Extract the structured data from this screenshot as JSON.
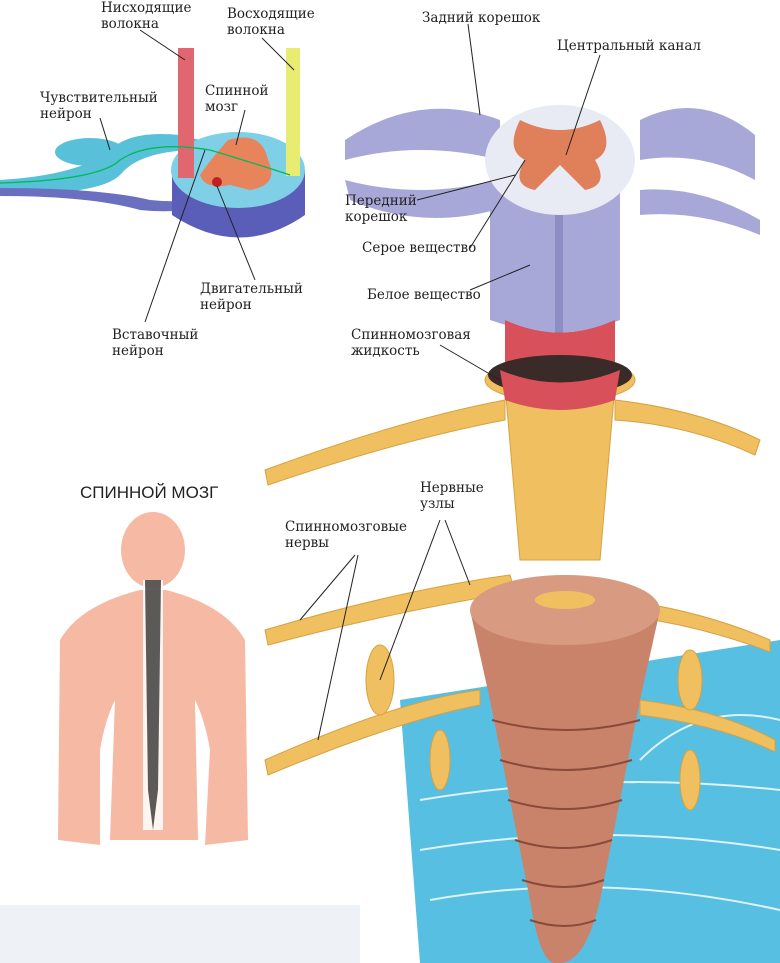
{
  "title": "СПИННОЙ МОЗГ",
  "labels": {
    "descending_fibers": "Нисходящие\nволокна",
    "ascending_fibers": "Восходящие\nволокна",
    "spinal_cord": "Спинной\nмозг",
    "sensory_neuron": "Чувствительный\nнейрон",
    "motor_neuron": "Двигательный\nнейрон",
    "interneuron": "Вставочный\nнейрон",
    "dorsal_root": "Задний корешок",
    "central_canal": "Центральный канал",
    "ventral_root": "Передний\nкорешок",
    "gray_matter": "Серое вещество",
    "white_matter": "Белое вещество",
    "csf": "Спинномозговая\nжидкость",
    "ganglia": "Нервные\nузлы",
    "spinal_nerves": "Спинномозговые\nнервы"
  },
  "colors": {
    "nerve": "#f0c060",
    "gray_matter": "#e0805a",
    "white_matter": "#a8a8d8",
    "vertebra": "#c9836a",
    "body": "#f6b9a4",
    "water": "#3ab4dc"
  }
}
